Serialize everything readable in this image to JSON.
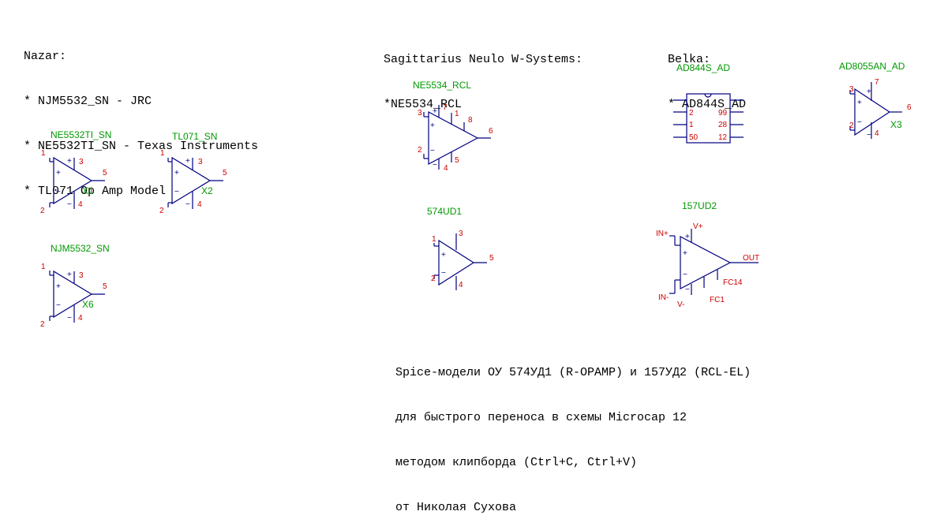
{
  "notes": {
    "nazar": {
      "title": "Nazar:",
      "items": [
        "* NJM5532_SN - JRC",
        "* NE5532TI_SN - Texas Instruments",
        "* TL071 Op Amp Model"
      ]
    },
    "sagittarius": {
      "title": "Sagittarius Neulo W-Systems:",
      "items": [
        "*NE5534_RCL"
      ]
    },
    "belka": {
      "title": "Belka:",
      "items": [
        "* AD844S_AD"
      ]
    },
    "footer": [
      "Spice-модели ОУ 574УД1 (R-OPAMP) и 157УД2 (RCL-EL)",
      "для быстрого переноса в схемы Microcap 12",
      "методом клипборда (Ctrl+C, Ctrl+V)",
      "от Николая Сухова"
    ]
  },
  "symbols": {
    "plus": "+",
    "minus": "−"
  },
  "components": {
    "ne5532ti": {
      "part": "NE5532TI_SN",
      "inst": "X1",
      "pins": {
        "in_plus": "1",
        "in_minus": "2",
        "vp": "3",
        "vm": "4",
        "out": "5"
      }
    },
    "tl071": {
      "part": "TL071_SN",
      "inst": "X2",
      "pins": {
        "in_plus": "1",
        "in_minus": "2",
        "vp": "3",
        "vm": "4",
        "out": "5"
      }
    },
    "njm5532": {
      "part": "NJM5532_SN",
      "inst": "X6",
      "pins": {
        "in_plus": "1",
        "in_minus": "2",
        "vp": "3",
        "vm": "4",
        "out": "5"
      }
    },
    "ne5534": {
      "part": "NE5534_RCL",
      "pins": {
        "in_plus": "3",
        "in_minus": "2",
        "p7": "7",
        "p1": "1",
        "p8": "8",
        "out": "6",
        "p5": "5",
        "vm": "4"
      }
    },
    "ud574": {
      "part": "574UD1",
      "pins": {
        "in_plus": "1",
        "in_minus": "2",
        "vp": "3",
        "vm": "4",
        "out": "5"
      }
    },
    "ad844": {
      "part": "AD844S_AD",
      "pins": [
        "2",
        "1",
        "50",
        "99",
        "28",
        "12"
      ]
    },
    "ad8055": {
      "part": "AD8055AN_AD",
      "inst": "X3",
      "pins": {
        "in_plus": "3",
        "in_minus": "2",
        "vp": "7",
        "vm": "4",
        "out": "6"
      }
    },
    "ud157": {
      "part": "157UD2",
      "pins": {
        "in_plus": "IN+",
        "in_minus": "IN-",
        "vp": "V+",
        "vm": "V-",
        "out": "OUT",
        "fc14": "FC14",
        "fc1": "FC1"
      }
    }
  },
  "colors": {
    "component_name": "#009900",
    "pin_number": "#cc0000",
    "symbol_line": "#000080",
    "text": "#000000"
  }
}
